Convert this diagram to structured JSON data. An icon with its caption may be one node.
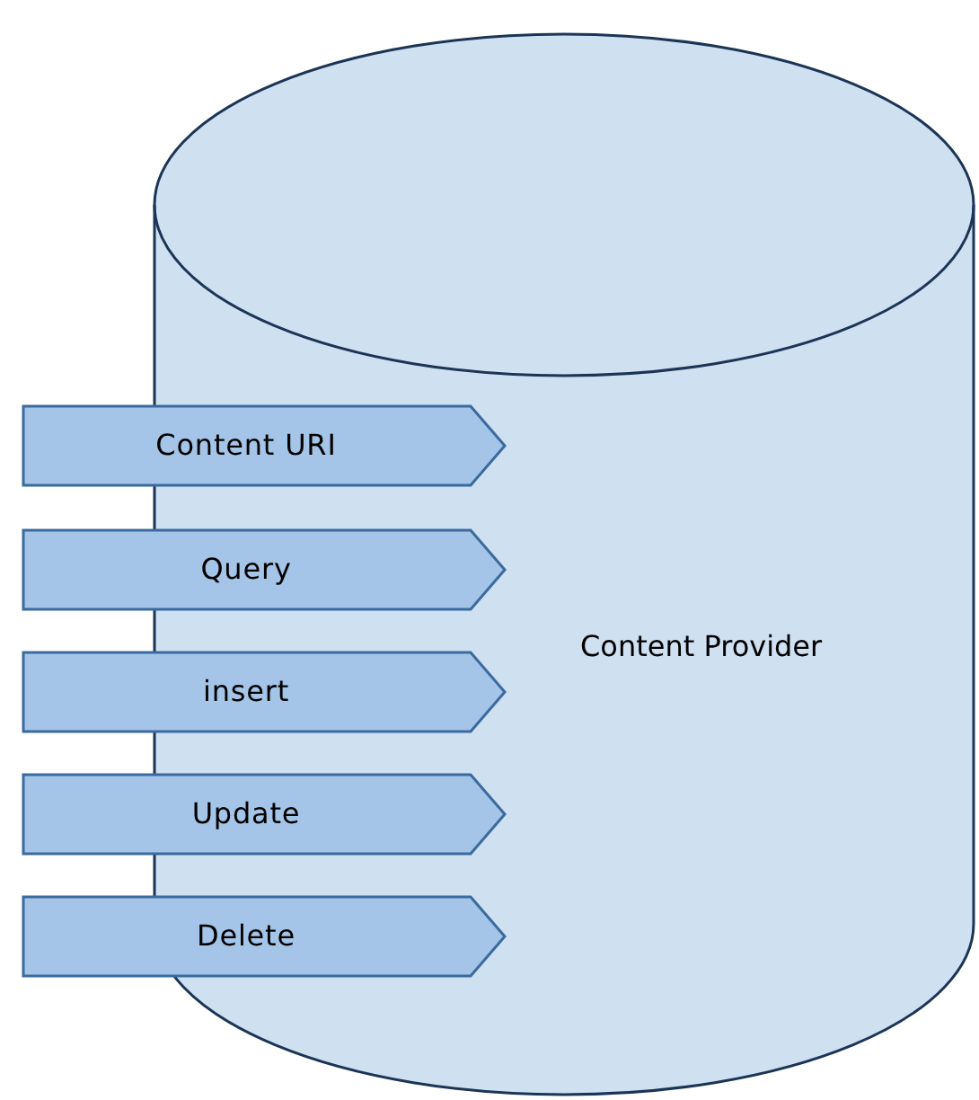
{
  "diagram": {
    "nodes": [
      {
        "text": [
          "Content Provider"
        ]
      },
      {
        "text": [
          "Content URI"
        ]
      },
      {
        "text": [
          "Query"
        ]
      },
      {
        "text": [
          "insert"
        ]
      },
      {
        "text": [
          "Update"
        ]
      },
      {
        "text": [
          "Delete"
        ]
      }
    ]
  }
}
